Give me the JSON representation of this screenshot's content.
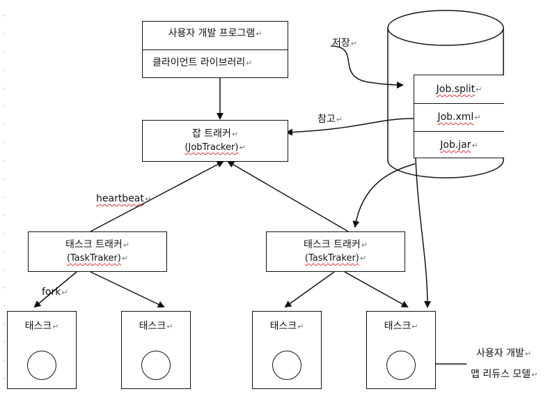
{
  "para_mark": "↵",
  "client": {
    "program": "사용자 개발 프로그램",
    "library": "클라이언트 라이브러리"
  },
  "job_tracker": {
    "name": "잡 트래커",
    "sub": "(JobTracker)"
  },
  "storage": {
    "files": [
      "Job.split",
      "Job.xml",
      "Job.jar"
    ]
  },
  "edge_labels": {
    "save": "저장",
    "refer": "참고",
    "heartbeat": "heartbeat",
    "fork": "fork"
  },
  "task_trackers": [
    {
      "name": "태스크 트래커",
      "sub": "(TaskTraker)"
    },
    {
      "name": "태스크 트래커",
      "sub": "(TaskTraker)"
    }
  ],
  "tasks": [
    {
      "label": "태스크"
    },
    {
      "label": "태스크"
    },
    {
      "label": "태스크"
    },
    {
      "label": "태스크"
    }
  ],
  "user_model": {
    "line1": "사용자 개발",
    "line2": "맵 리듀스 모델"
  }
}
